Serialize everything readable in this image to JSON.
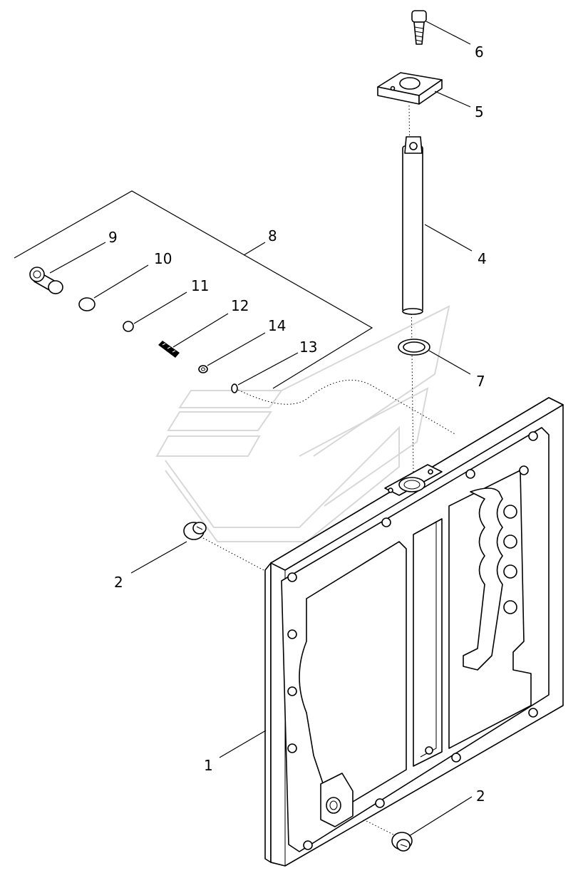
{
  "callouts": {
    "c1": "1",
    "c2a": "2",
    "c2b": "2",
    "c4": "4",
    "c5": "5",
    "c6": "6",
    "c7": "7",
    "c8": "8",
    "c9": "9",
    "c10": "10",
    "c11": "11",
    "c12": "12",
    "c13": "13",
    "c14": "14"
  },
  "colors": {
    "line": "#000000",
    "background": "#ffffff",
    "watermark": "#d8d8d8"
  }
}
